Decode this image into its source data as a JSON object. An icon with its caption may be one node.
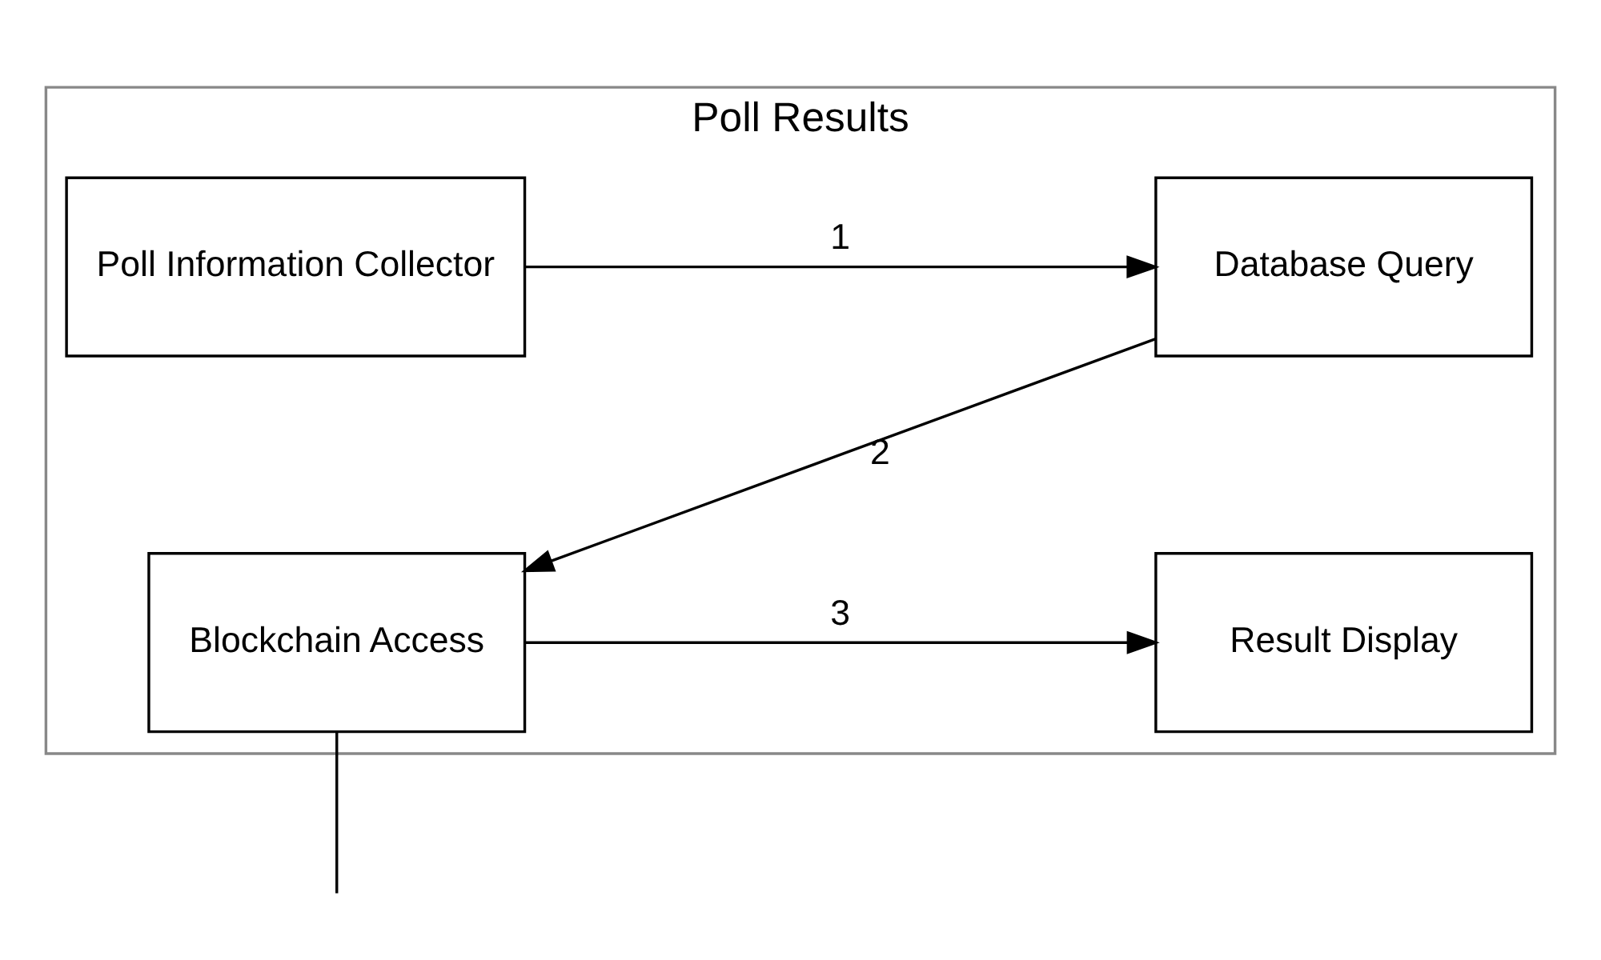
{
  "diagram": {
    "nodes": [
      {
        "text": [
          "Poll Results"
        ]
      },
      {
        "text": [
          "Poll Information Collector"
        ],
        "in": 0
      },
      {
        "text": [
          "Database Query"
        ],
        "in": 0
      },
      {
        "text": [
          "Result Display"
        ],
        "in": 0
      },
      {
        "text": [
          "Blockchain Access"
        ],
        "in": 0
      }
    ],
    "edges": [
      {
        "from": 1,
        "to": 2,
        "arrow": "to",
        "label": "1"
      },
      {
        "from": 2,
        "to": 4,
        "arrow": "to",
        "label": "2"
      },
      {
        "from": 4,
        "to": 3,
        "arrow": "to",
        "label": "3"
      },
      {
        "from": 4,
        "to": null,
        "arrow": "none"
      }
    ]
  }
}
